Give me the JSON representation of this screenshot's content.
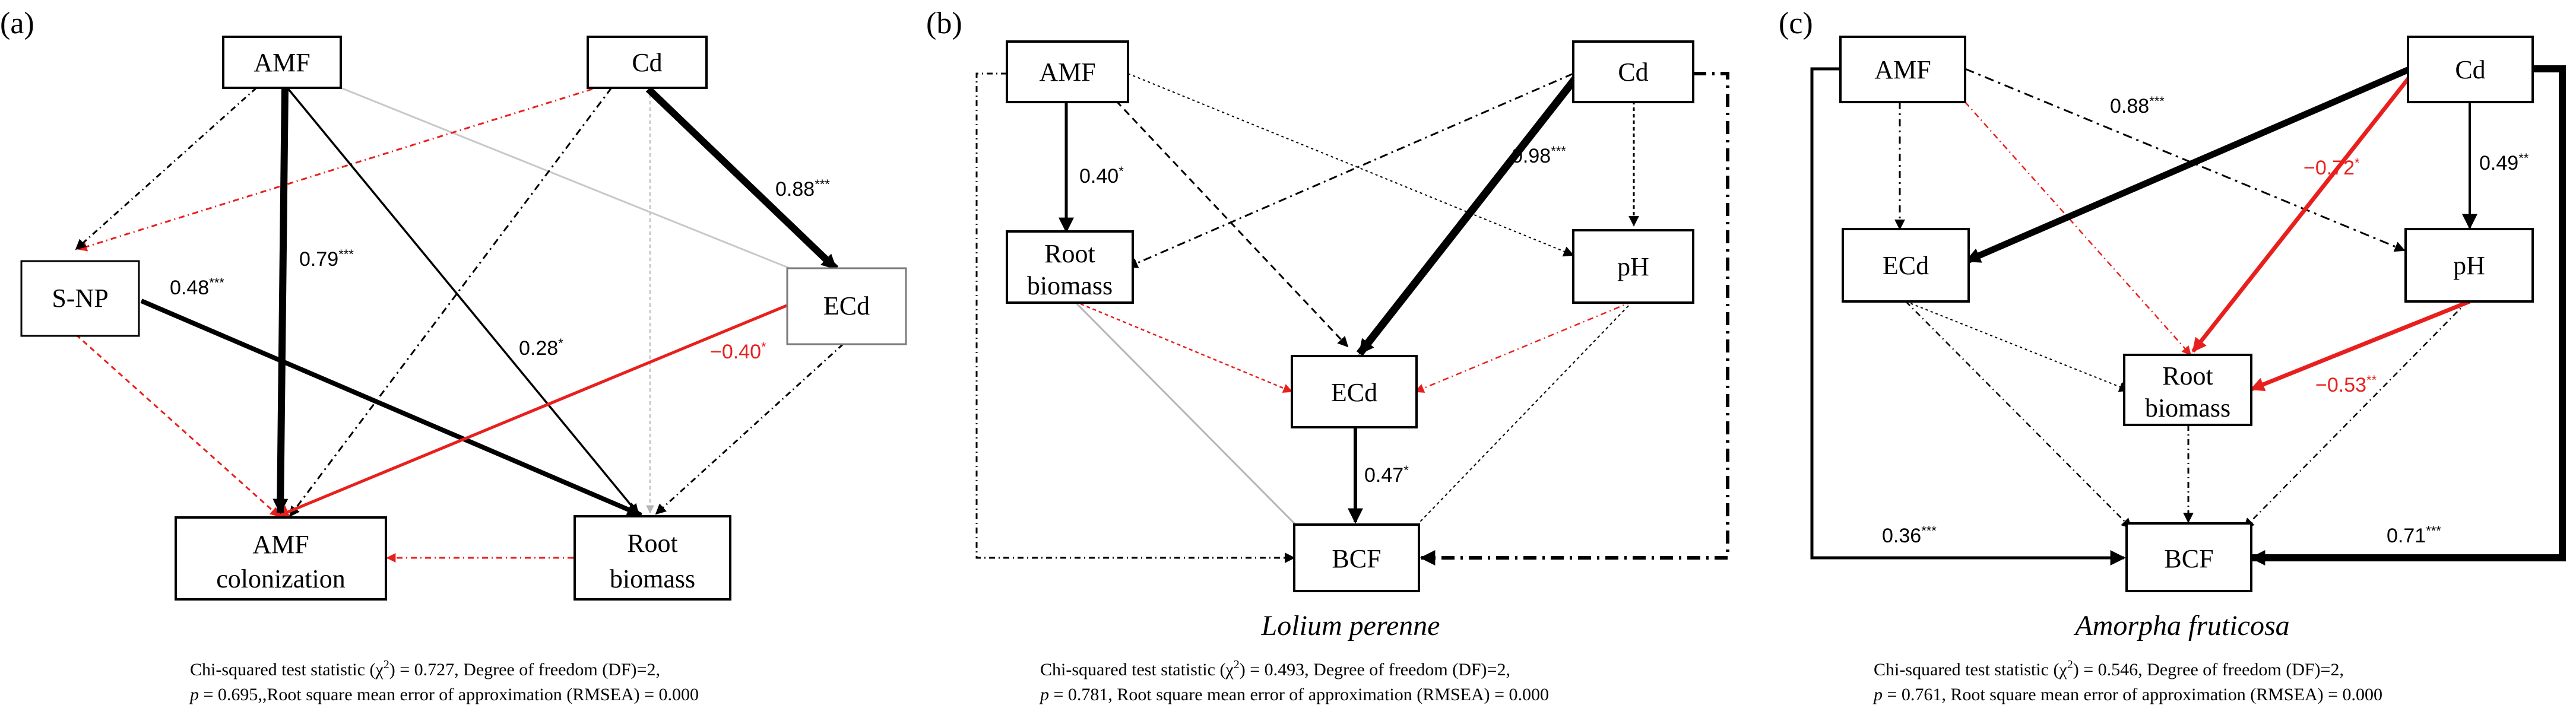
{
  "panels": [
    {
      "id": "a",
      "label": "(a)",
      "species": "",
      "nodes": {
        "amf": "AMF",
        "cd": "Cd",
        "snp": "S-NP",
        "ecd": "ECd",
        "amfcol_1": "AMF",
        "amfcol_2": "colonization",
        "rb_1": "Root",
        "rb_2": "biomass"
      },
      "coefficients": {
        "amf_amfcol": {
          "value": "0.79",
          "sig": "***"
        },
        "cd_ecd": {
          "value": "0.88",
          "sig": "***"
        },
        "snp_rb": {
          "value": "0.48",
          "sig": "***"
        },
        "amf_rb": {
          "value": "0.28",
          "sig": "*"
        },
        "ecd_amfcol": {
          "value": "−0.40",
          "sig": "*"
        }
      },
      "stats": {
        "line1_pre": "Chi-squared test statistic (χ",
        "line1_sup": "2",
        "line1_post": ") = 0.727, Degree of freedom (DF)=2,",
        "line2_p": "p",
        "line2_rest": " = 0.695,,Root square mean error of approximation (RMSEA) = 0.000"
      }
    },
    {
      "id": "b",
      "label": "(b)",
      "species": "Lolium perenne",
      "nodes": {
        "amf": "AMF",
        "cd": "Cd",
        "rb_1": "Root",
        "rb_2": "biomass",
        "ph": "pH",
        "ecd": "ECd",
        "bcf": "BCF"
      },
      "coefficients": {
        "amf_rb": {
          "value": "0.40",
          "sig": "*"
        },
        "cd_ecd": {
          "value": "0.98",
          "sig": "***"
        },
        "ecd_bcf": {
          "value": "0.47",
          "sig": "*"
        }
      },
      "stats": {
        "line1_pre": "Chi-squared test statistic (χ",
        "line1_sup": "2",
        "line1_post": ") = 0.493, Degree of freedom (DF)=2,",
        "line2_p": "p",
        "line2_rest": " = 0.781, Root square mean error of approximation (RMSEA) = 0.000"
      }
    },
    {
      "id": "c",
      "label": "(c)",
      "species": "Amorpha fruticosa",
      "nodes": {
        "amf": "AMF",
        "cd": "Cd",
        "ecd": "ECd",
        "ph": "pH",
        "rb_1": "Root",
        "rb_2": "biomass",
        "bcf": "BCF"
      },
      "coefficients": {
        "cd_ecd": {
          "value": "0.88",
          "sig": "***"
        },
        "cd_rb": {
          "value": "−0.72",
          "sig": "*"
        },
        "cd_ph": {
          "value": "0.49",
          "sig": "**"
        },
        "ph_rb": {
          "value": "−0.53",
          "sig": "**"
        },
        "amf_bcf": {
          "value": "0.36",
          "sig": "***"
        },
        "cd_bcf": {
          "value": "0.71",
          "sig": "***"
        }
      },
      "stats": {
        "line1_pre": "Chi-squared test statistic (χ",
        "line1_sup": "2",
        "line1_post": ") = 0.546, Degree of freedom (DF)=2,",
        "line2_p": "p",
        "line2_rest": " = 0.761, Root square mean error of approximation (RMSEA) = 0.000"
      }
    }
  ],
  "colors": {
    "positive": "#000000",
    "negative": "#e8201d",
    "nonsignificant_gray": "#b5b5b5"
  }
}
